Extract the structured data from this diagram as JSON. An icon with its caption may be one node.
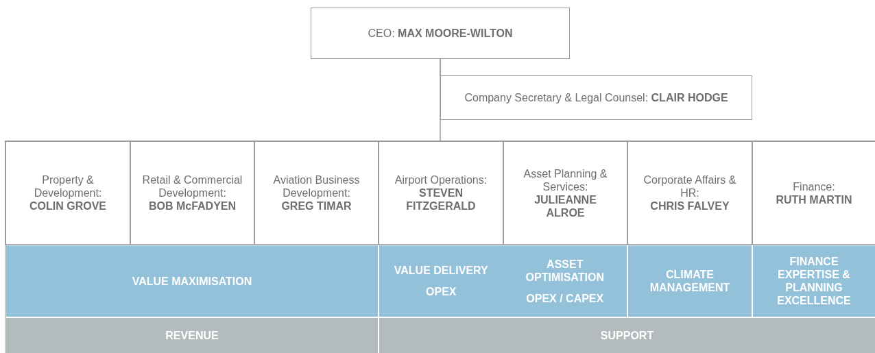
{
  "diagram": {
    "nodes": [
      {
        "text": [
          "CEO: **MAX MOORE-WILTON**"
        ]
      },
      {
        "text": [
          "Company Secretary & Legal Counsel: **CLAIR HODGE**"
        ]
      },
      {
        "text": [],
        "shape": "box"
      },
      {
        "text": [
          "Property & Development:",
          "COLIN GROVE"
        ],
        "in": 2
      },
      {
        "text": [
          "Retail & Commercial Development:",
          "BOB McFADYEN"
        ],
        "in": 2
      },
      {
        "text": [
          "Aviation Business Development:",
          "GREG TIMAR"
        ],
        "in": 2
      },
      {
        "text": [
          "Airport Operations:",
          "STEVEN FITZGERALD"
        ],
        "in": 2
      },
      {
        "text": [
          "Asset Planning & Services:",
          "JULIEANNE ALROE"
        ],
        "in": 2
      },
      {
        "text": [
          "Corporate Affairs & HR:",
          "CHRIS FALVEY"
        ],
        "in": 2
      },
      {
        "text": [
          "Finance:",
          "RUTH MARTIN"
        ],
        "in": 2
      },
      {
        "text": [
          "VALUE MAXIMISATION"
        ],
        "in": 2
      },
      {
        "text": [
          "VALUE DELIVERY",
          "OPEX",
          "ASSET OPTIMISATION",
          "OPEX / CAPEX"
        ],
        "in": 2
      },
      {
        "text": [
          "CLIMATE MANAGEMENT"
        ],
        "in": 2
      },
      {
        "text": [
          "FINANCE EXPERTISE & PLANNING EXCELLENCE"
        ],
        "in": 2
      },
      {
        "text": [
          "REVENUE"
        ],
        "in": 2
      },
      {
        "text": [
          "SUPPORT"
        ],
        "in": 2
      }
    ],
    "edges": [
      {
        "from": 0,
        "to": 1,
        "arrow": "none"
      },
      {
        "from": 0,
        "to": 2,
        "arrow": "none"
      }
    ]
  }
}
